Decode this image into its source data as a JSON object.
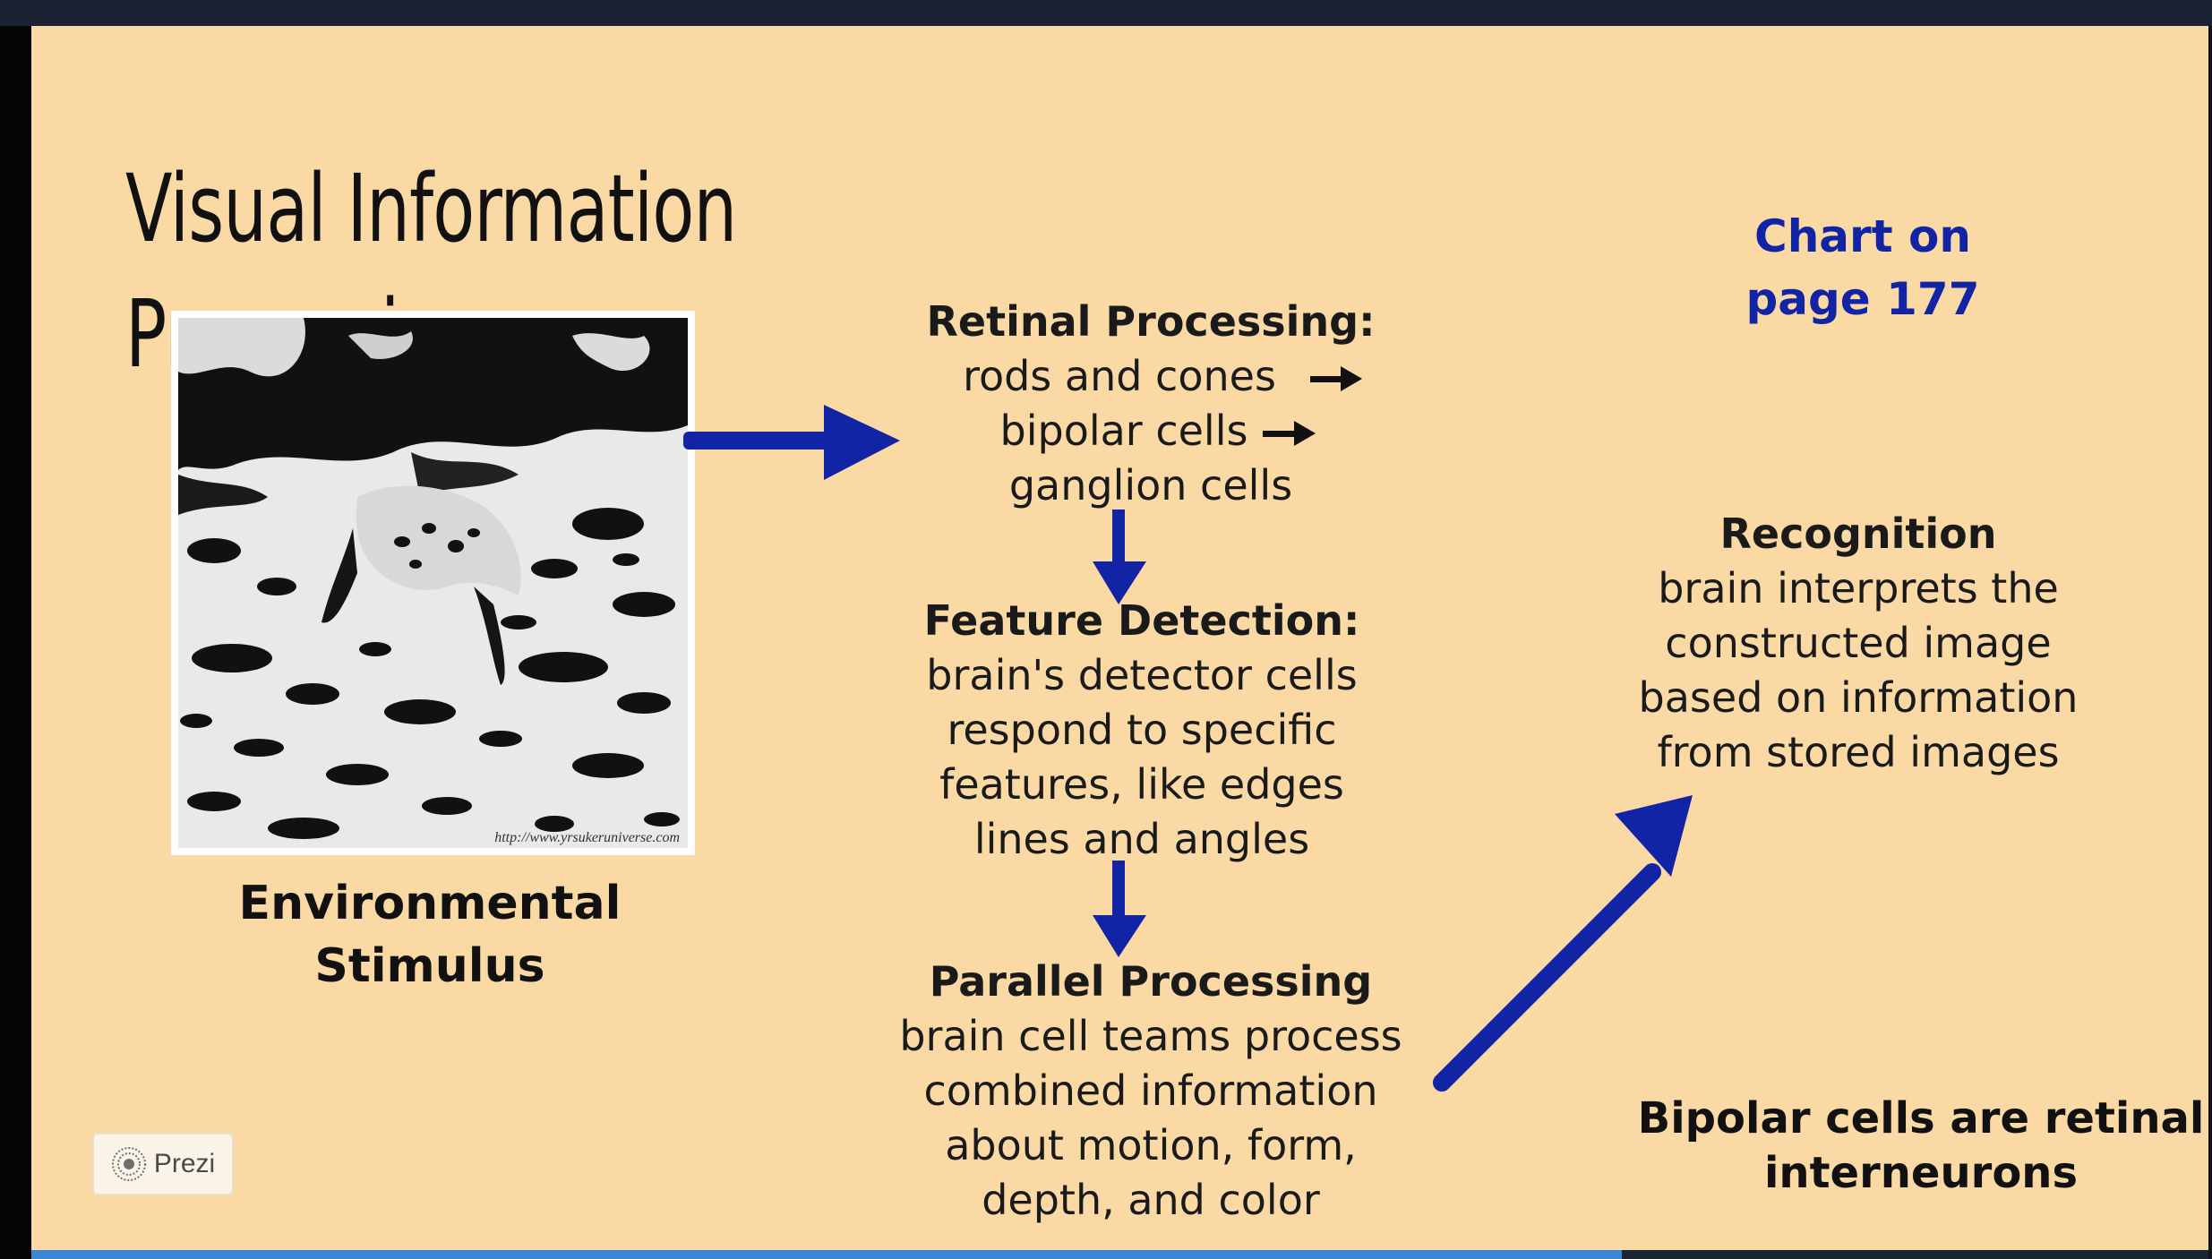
{
  "slide": {
    "title": "Visual Information Processing",
    "chart_reference": [
      "Chart on",
      "page 177"
    ],
    "stimulus": {
      "label": [
        "Environmental",
        "Stimulus"
      ],
      "image_caption": "http://www.yrsukeruniverse.com"
    },
    "retinal": {
      "heading": "Retinal Processing:",
      "lines": [
        "rods and cones",
        "bipolar cells",
        "ganglion cells"
      ]
    },
    "feature": {
      "heading": "Feature Detection:",
      "lines": [
        "brain's detector cells",
        "respond to specific",
        "features, like edges",
        "lines and angles"
      ]
    },
    "parallel": {
      "heading": "Parallel Processing",
      "lines": [
        "brain cell teams process",
        "combined information",
        "about motion, form,",
        "depth, and color"
      ]
    },
    "recognition": {
      "heading": "Recognition",
      "lines": [
        "brain interprets the",
        "constructed image",
        "based on information",
        "from stored images"
      ]
    },
    "note": [
      "Bipolar cells are retinal",
      "interneurons"
    ]
  },
  "branding": {
    "logo_text": "Prezi"
  },
  "progress": {
    "fraction": 0.7305
  },
  "colors": {
    "background": "#fad9a4",
    "accent_blue": "#1224a6",
    "topbar": "#1a2233",
    "progress": "#3a86d6"
  }
}
